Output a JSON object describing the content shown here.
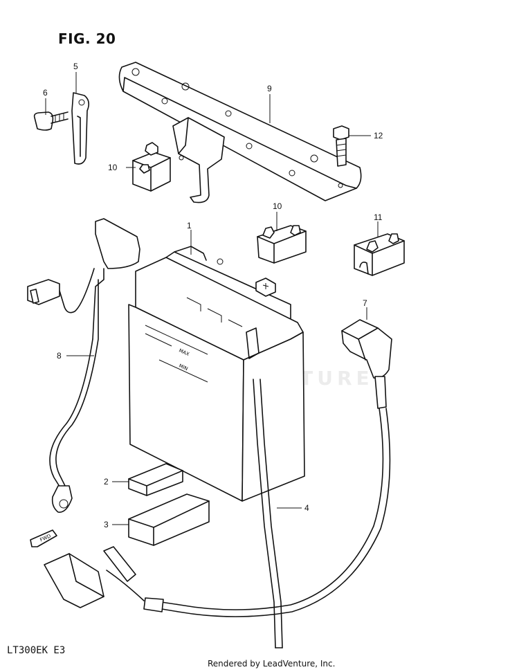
{
  "figure": {
    "title": "FIG. 20",
    "model": "LT300EK  E3",
    "credit": "Rendered by LeadVenture, Inc.",
    "watermark": "LEADVENTURE",
    "fwd_label": "FWD"
  },
  "callouts": [
    "1",
    "2",
    "3",
    "4",
    "5",
    "6",
    "7",
    "8",
    "9",
    "10",
    "10",
    "11",
    "12"
  ],
  "box_labels": {
    "max": "MAX",
    "min": "MIN"
  }
}
